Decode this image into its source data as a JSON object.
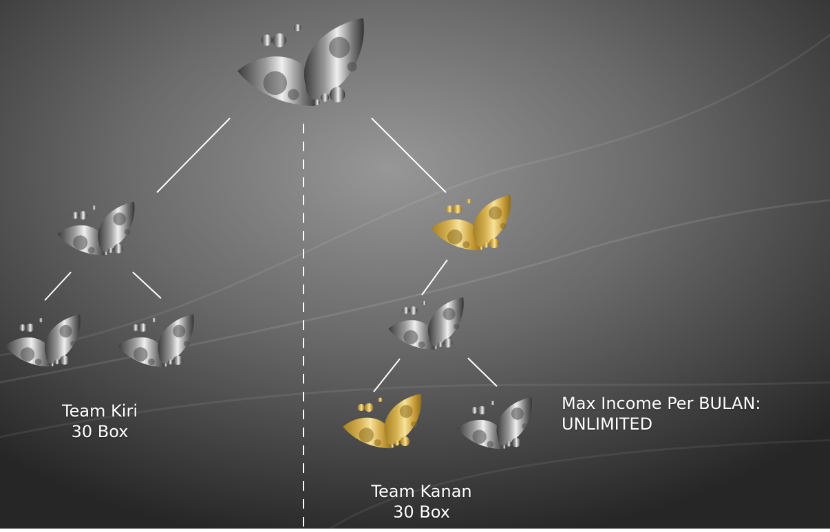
{
  "colors": {
    "bg_dark": "#2b2b2b",
    "bg_mid": "#8c8c8c",
    "silver_light": "#e6e6e6",
    "silver_dark": "#3a3a3a",
    "gold_light": "#f6e08f",
    "gold_dark": "#a47f24",
    "connector": "#ffffff"
  },
  "tree": {
    "nodes": [
      {
        "id": "root",
        "variant": "silver"
      },
      {
        "id": "left-child",
        "variant": "silver"
      },
      {
        "id": "left-grandchild-1",
        "variant": "silver"
      },
      {
        "id": "left-grandchild-2",
        "variant": "silver"
      },
      {
        "id": "right-child",
        "variant": "gold"
      },
      {
        "id": "right-grandchild",
        "variant": "silver"
      },
      {
        "id": "right-great-grandchild-1",
        "variant": "gold"
      },
      {
        "id": "right-great-grandchild-2",
        "variant": "silver"
      }
    ],
    "icon_name": "butterfly-logo-icon"
  },
  "labels": {
    "team_kiri": {
      "line1": "Team Kiri",
      "line2": "30 Box"
    },
    "team_kanan": {
      "line1": "Team Kanan",
      "line2": "30 Box"
    },
    "income": {
      "line1": "Max Income Per BULAN:",
      "line2": "UNLIMITED"
    }
  }
}
